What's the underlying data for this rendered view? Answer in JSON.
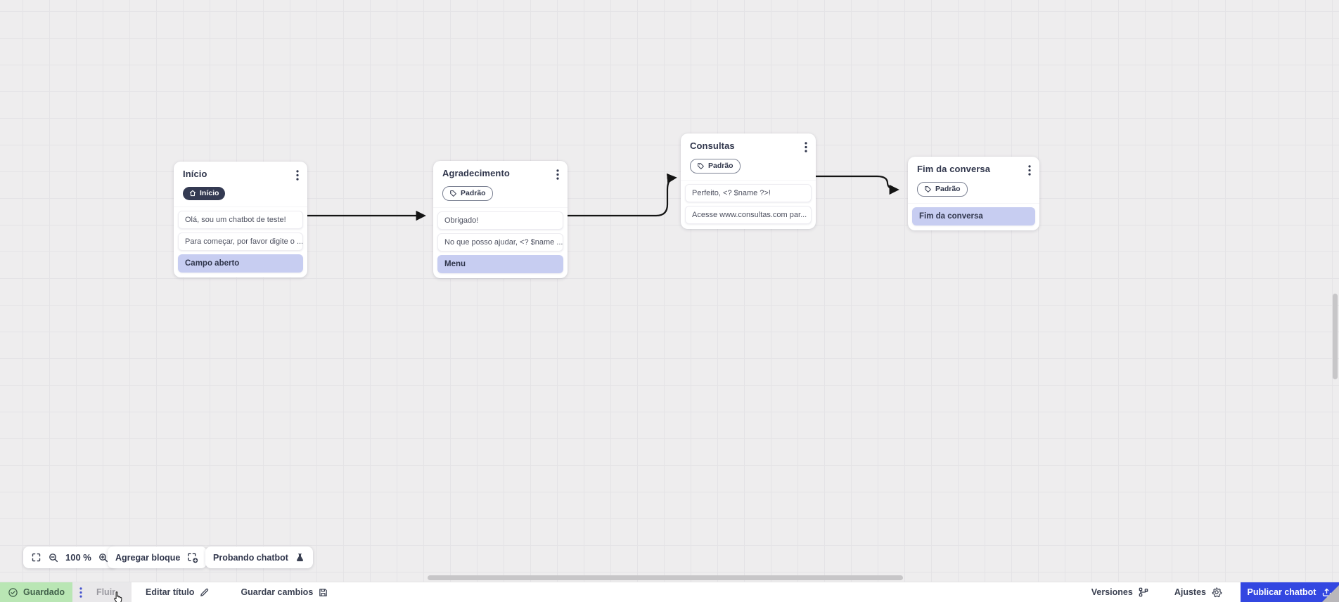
{
  "canvas": {
    "nodes": [
      {
        "title": "Início",
        "badge": {
          "label": "Início",
          "variant": "dark",
          "icon": "home-icon"
        },
        "cards": [
          {
            "text": "Olá, sou um chatbot de teste!",
            "variant": "message"
          },
          {
            "text": "Para começar, por favor digite o ...",
            "variant": "message"
          },
          {
            "text": "Campo aberto",
            "variant": "action"
          }
        ]
      },
      {
        "title": "Agradecimento",
        "badge": {
          "label": "Padrão",
          "variant": "outline",
          "icon": "tag-icon"
        },
        "cards": [
          {
            "text": "Obrigado!",
            "variant": "message"
          },
          {
            "text": "No que posso ajudar, <? $name ...",
            "variant": "message"
          },
          {
            "text": "Menu",
            "variant": "action"
          }
        ]
      },
      {
        "title": "Consultas",
        "badge": {
          "label": "Padrão",
          "variant": "outline",
          "icon": "tag-icon"
        },
        "cards": [
          {
            "text": "Perfeito, <? $name ?>!",
            "variant": "message"
          },
          {
            "text": "Acesse www.consultas.com par...",
            "variant": "message"
          }
        ]
      },
      {
        "title": "Fim da conversa",
        "badge": {
          "label": "Padrão",
          "variant": "outline",
          "icon": "tag-icon"
        },
        "cards": [
          {
            "text": "Fim da conversa",
            "variant": "action"
          }
        ]
      }
    ]
  },
  "toolbar": {
    "zoom_value": "100 %",
    "add_block_label": "Agregar bloque",
    "test_chatbot_label": "Probando chatbot"
  },
  "statusbar": {
    "saved_label": "Guardado",
    "flow_tab_label": "Fluir",
    "edit_title_label": "Editar título",
    "save_changes_label": "Guardar cambios",
    "versions_label": "Versiones",
    "settings_label": "Ajustes",
    "publish_label": "Publicar chatbot"
  },
  "colors": {
    "accent_blue": "#3347e1",
    "saved_green_bg": "#b9e6b4",
    "action_card_lavender": "#c7cdf1",
    "dark_badge": "#343a52",
    "arrow": "#141414",
    "canvas_bg": "#eeedee"
  }
}
